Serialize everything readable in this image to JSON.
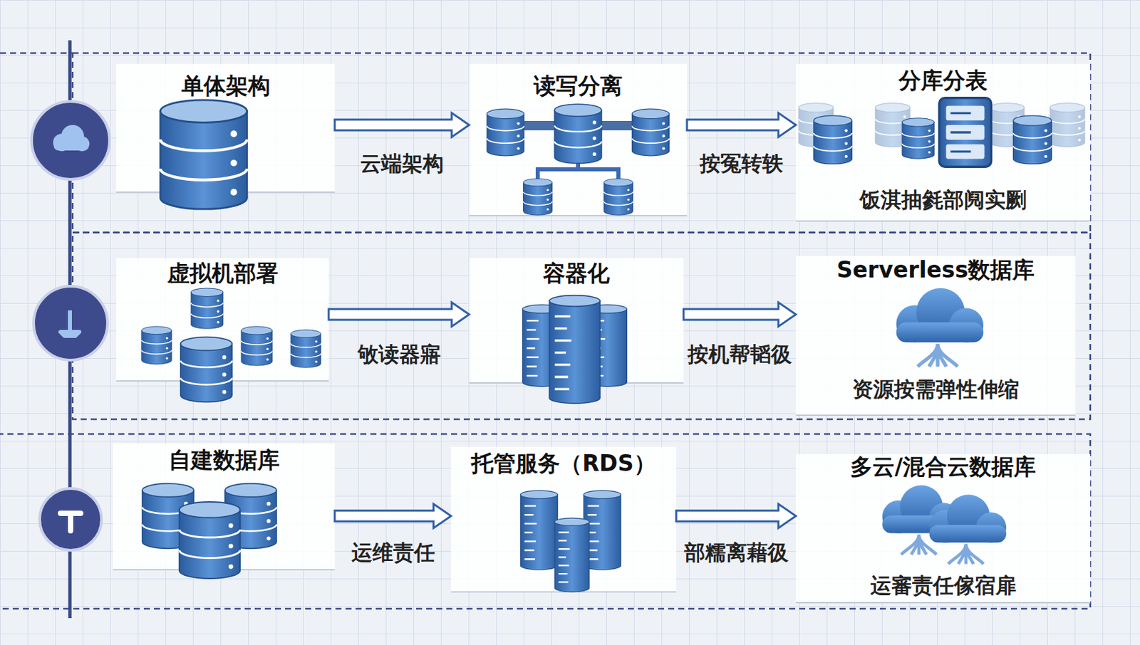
{
  "diagram": {
    "nodes": [
      {
        "text": [
          "单体架构"
        ]
      },
      {
        "text": [
          "读写分离"
        ]
      },
      {
        "text": [
          "分库分表",
          "饭淇抽毿部阋实劂"
        ]
      },
      {
        "text": [
          "虚拟机部署"
        ]
      },
      {
        "text": [
          "容器化"
        ]
      },
      {
        "text": [
          "Serverless数据库",
          "资源按需弹性伸缩"
        ]
      },
      {
        "text": [
          "自建数据库"
        ]
      },
      {
        "text": [
          "托管服务（RDS）"
        ]
      },
      {
        "text": [
          "多云/混合云数据库",
          "运審责任傢宿扉"
        ]
      }
    ],
    "edges": [
      {
        "from": 0,
        "to": 1,
        "label": "云端架构",
        "arrow": "to"
      },
      {
        "from": 1,
        "to": 2,
        "label": "按冤转轶",
        "arrow": "to"
      },
      {
        "from": 3,
        "to": 4,
        "label": "敂读器寤",
        "arrow": "to"
      },
      {
        "from": 4,
        "to": 5,
        "label": "按机帮韬彶",
        "arrow": "to"
      },
      {
        "from": 6,
        "to": 7,
        "label": "运维责任",
        "arrow": "to"
      },
      {
        "from": 7,
        "to": 8,
        "label": "部糯离藉彶",
        "arrow": "to"
      }
    ]
  }
}
